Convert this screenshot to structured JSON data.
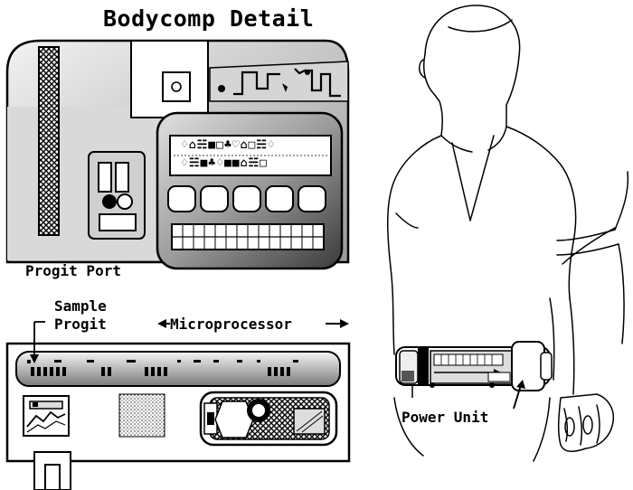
{
  "title": "Bodycomp Detail",
  "labels": {
    "progit_port": "Progit Port",
    "sample_progit_line1": "Sample",
    "sample_progit_line2": "Progit",
    "microprocessor": "Microprocessor",
    "power_unit": "Power Unit"
  },
  "display_glyphs": {
    "row1": "♢⌂☵⁠■□♣♡⌂□☵♢",
    "row2": "♢☵■♣♢■■⌂☵□"
  },
  "colors": {
    "ink": "#000000",
    "paper": "#ffffff",
    "panel_gray": "#d9d9d9",
    "dark_gray": "#555555"
  }
}
